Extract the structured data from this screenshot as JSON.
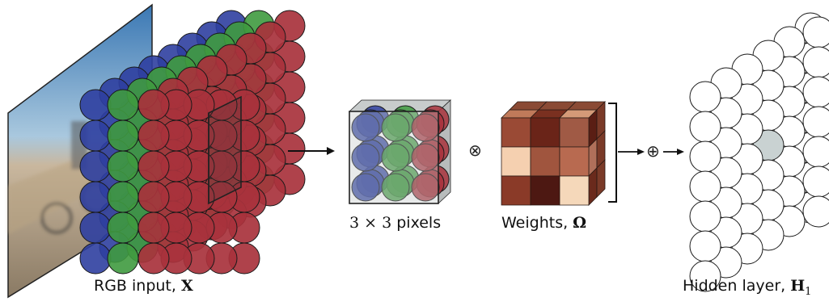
{
  "labels": {
    "input_text": "RGB input, ",
    "input_symbol": "X",
    "pixels_num1": "3",
    "pixels_times": " × ",
    "pixels_num2": "3",
    "pixels_word": " pixels",
    "weights_text": "Weights, ",
    "weights_symbol": "Ω",
    "hidden_text": "Hidden layer, ",
    "hidden_symbol": "H",
    "hidden_sub": "1"
  },
  "operators": {
    "multiply": "⊗",
    "add": "⊕"
  },
  "colors": {
    "red_channel": "#a8323c",
    "green_channel": "#3f9a3f",
    "blue_channel": "#2f3fa0",
    "hidden_unit": "#ffffff",
    "hidden_unit_active": "#c9d2d2",
    "weight_dark": "#4d1812",
    "weight_medium": "#a05a45",
    "weight_light": "#f5d0b0"
  },
  "icons": {
    "input_image": "photo-of-cyclist-in-desert"
  }
}
